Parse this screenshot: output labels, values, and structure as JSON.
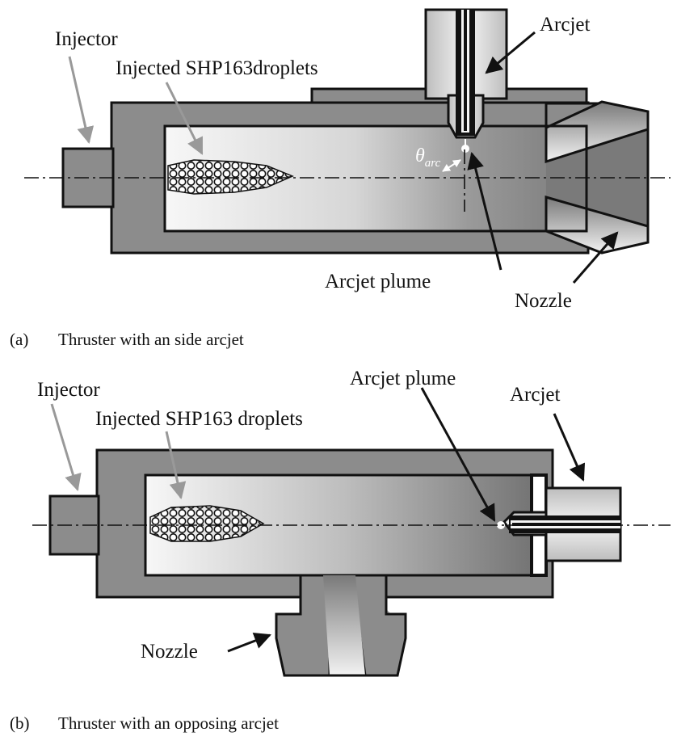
{
  "panel_a": {
    "labels": {
      "injector": "Injector",
      "droplets": "Injected SHP163droplets",
      "arcjet": "Arcjet",
      "arcjet_plume": "Arcjet plume",
      "nozzle": "Nozzle",
      "theta": "θ",
      "theta_sub": "arc"
    },
    "caption_letter": "(a)",
    "caption_text": "Thruster with an side arcjet"
  },
  "panel_b": {
    "labels": {
      "injector": "Injector",
      "droplets": "Injected SHP163 droplets",
      "arcjet": "Arcjet",
      "arcjet_plume": "Arcjet plume",
      "nozzle": "Nozzle"
    },
    "caption_letter": "(b)",
    "caption_text": "Thruster with an opposing arcjet"
  },
  "colors": {
    "body": "#8c8c8c",
    "chamber_light": "#f5f5f5",
    "chamber_dark": "#7a7a7a",
    "outline": "#111111"
  }
}
